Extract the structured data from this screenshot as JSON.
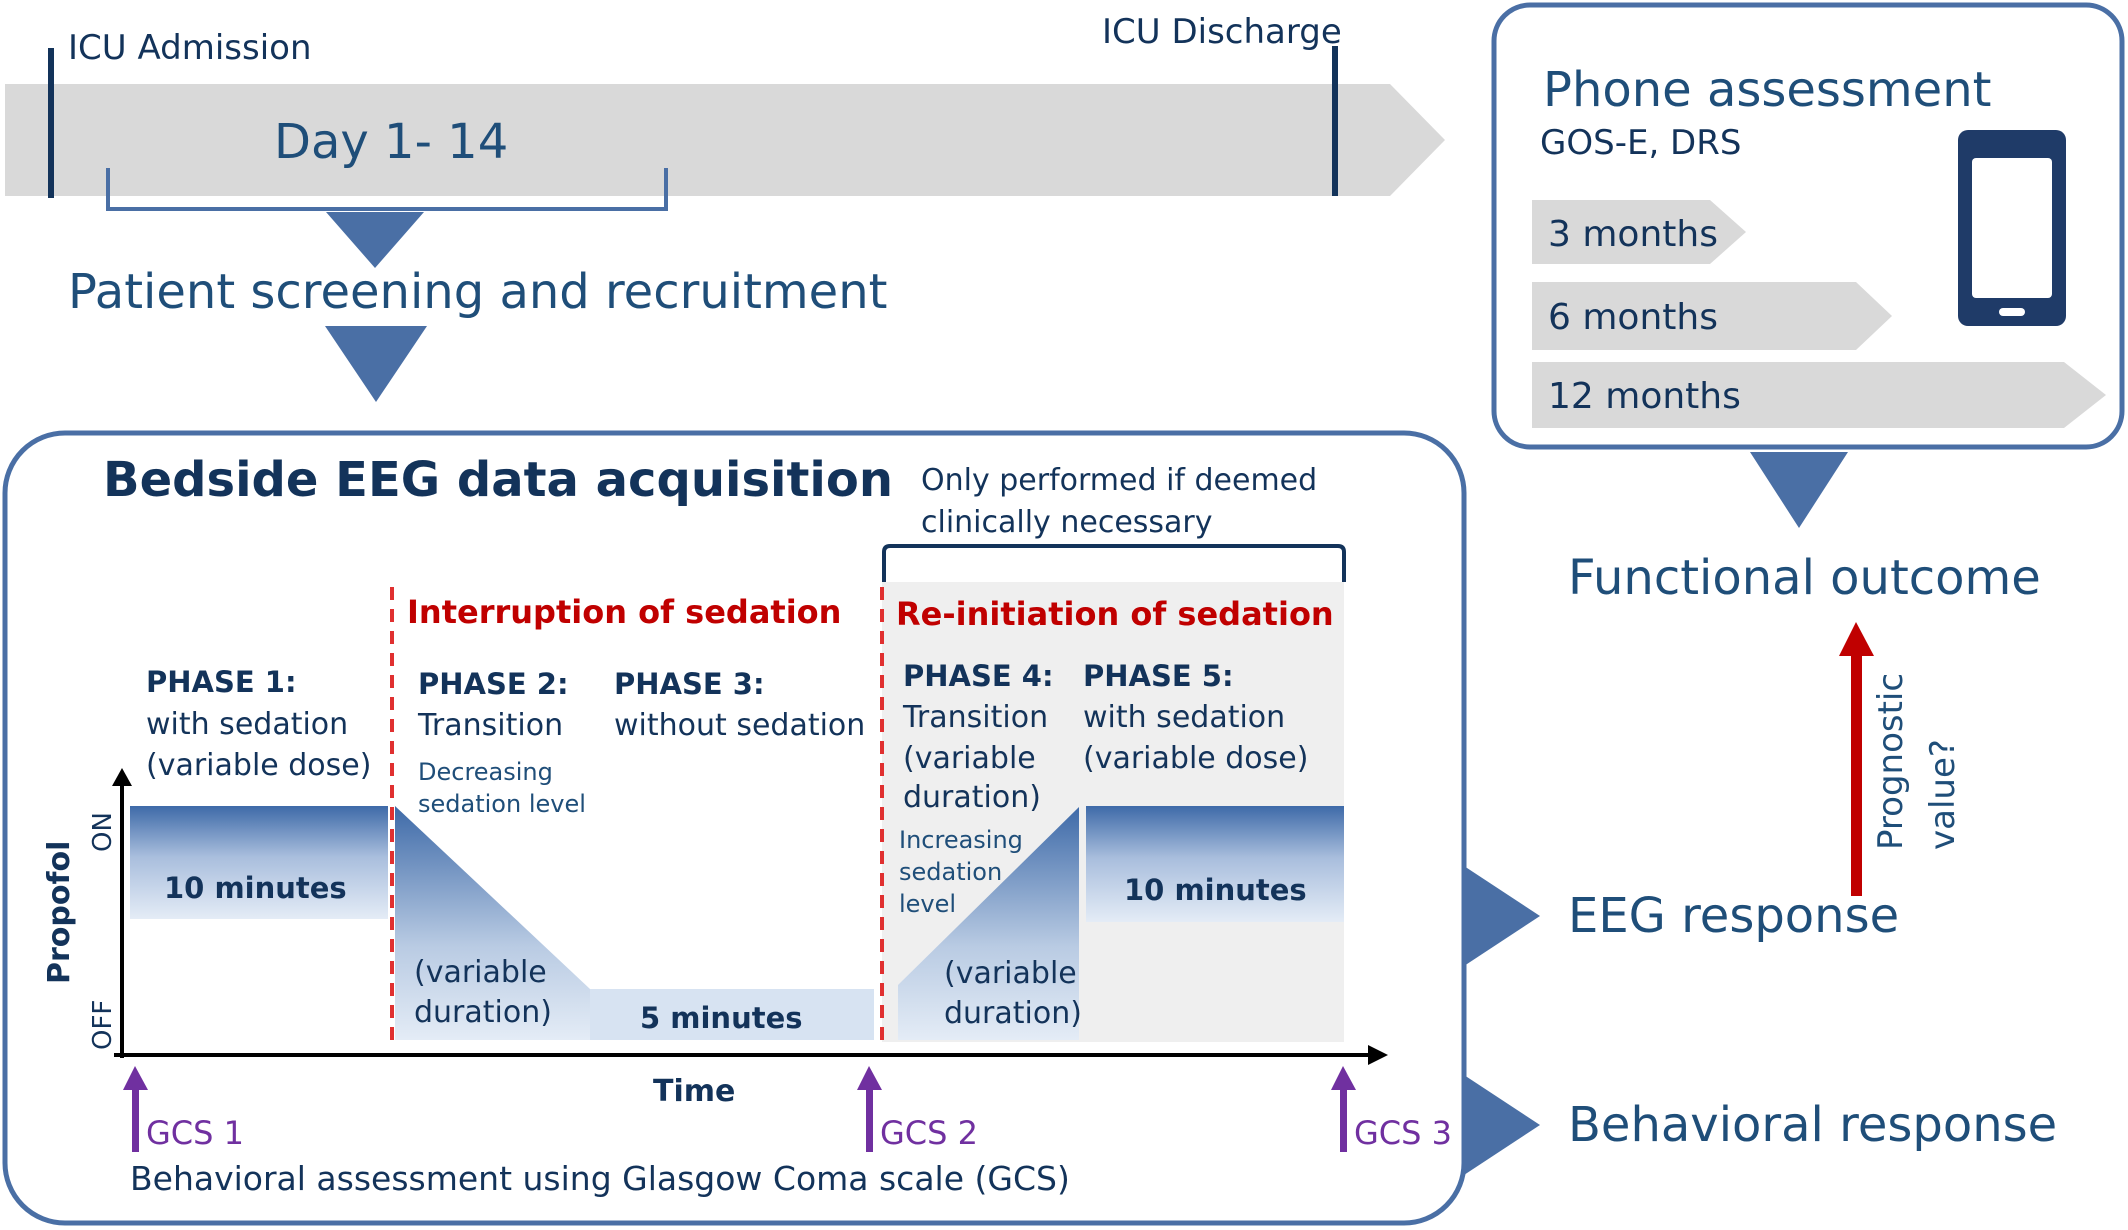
{
  "timeline": {
    "admission_label": "ICU Admission",
    "discharge_label": "ICU Discharge",
    "day_range": "Day 1- 14",
    "screening_label": "Patient screening and recruitment"
  },
  "phone": {
    "title": "Phone assessment",
    "subtitle": "GOS-E, DRS",
    "intervals": [
      "3 months",
      "6 months",
      "12 months"
    ],
    "icon": "smartphone-icon"
  },
  "eeg": {
    "title": "Bedside EEG data acquisition",
    "note_line1": "Only performed if deemed",
    "note_line2": "clinically necessary",
    "interruption_label": "Interruption of sedation",
    "reinitiation_label": "Re-initiation of sedation",
    "phase1": {
      "title": "PHASE 1:",
      "line1": "with sedation",
      "line2": "(variable dose)",
      "duration": "10 minutes"
    },
    "phase2": {
      "title": "PHASE 2:",
      "line1": "Transition",
      "sub1": "Decreasing",
      "sub2": "sedation level",
      "dur1": "(variable",
      "dur2": "duration)"
    },
    "phase3": {
      "title": "PHASE 3:",
      "line1": "without sedation",
      "duration": "5 minutes"
    },
    "phase4": {
      "title": "PHASE 4:",
      "line1": "Transition",
      "line2": "(variable",
      "line3": "duration)",
      "sub1": "Increasing",
      "sub2": "sedation",
      "sub3": "level",
      "dur1": "(variable",
      "dur2": "duration)"
    },
    "phase5": {
      "title": "PHASE 5:",
      "line1": "with sedation",
      "line2": "(variable dose)",
      "duration": "10 minutes"
    },
    "axis": {
      "y_label": "Propofol",
      "y_on": "ON",
      "y_off": "OFF",
      "x_label": "Time"
    },
    "gcs": [
      "GCS 1",
      "GCS 2",
      "GCS 3"
    ],
    "gcs_caption": "Behavioral assessment using Glasgow Coma scale (GCS)"
  },
  "outcomes": {
    "functional": "Functional outcome",
    "eeg_response": "EEG response",
    "behavioral_response": "Behavioral response",
    "prognostic_line1": "Prognostic",
    "prognostic_line2": "value?"
  },
  "colors": {
    "navy": "#1f4e79",
    "dark_navy": "#13335a",
    "arrow_blue": "#4a6fa5",
    "red": "#c00000",
    "purple": "#7030a0",
    "grey_band": "#d9d9d9"
  }
}
